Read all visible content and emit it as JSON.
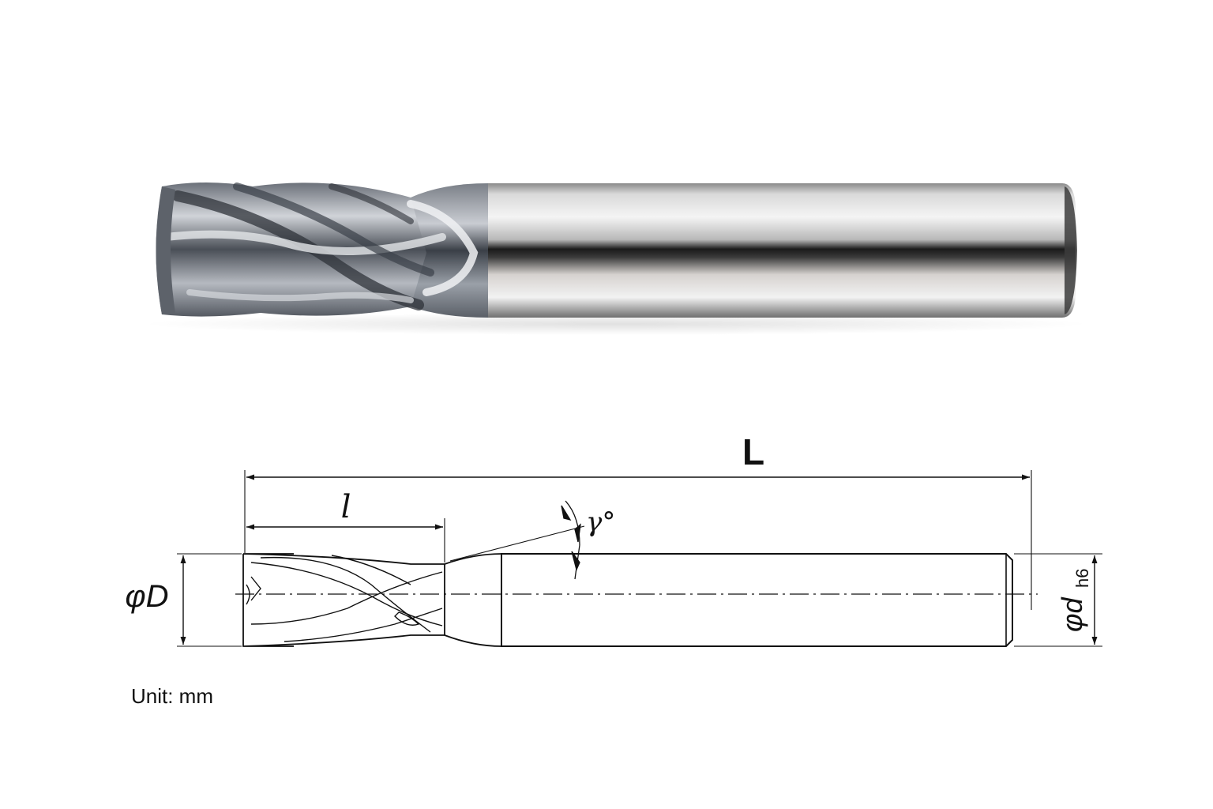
{
  "labels": {
    "overall_length": "L",
    "flute_length": "l",
    "angle": "γ°",
    "cutting_diameter": "φD",
    "shank_diameter": "φd",
    "shank_tolerance": "h6",
    "unit": "Unit: mm"
  },
  "colors": {
    "line": "#111111",
    "coating_dark": "#4a4f57",
    "coating_light": "#c9ccd2",
    "shank_light": "#f2f2f2",
    "shank_dark": "#1c1c1c"
  }
}
